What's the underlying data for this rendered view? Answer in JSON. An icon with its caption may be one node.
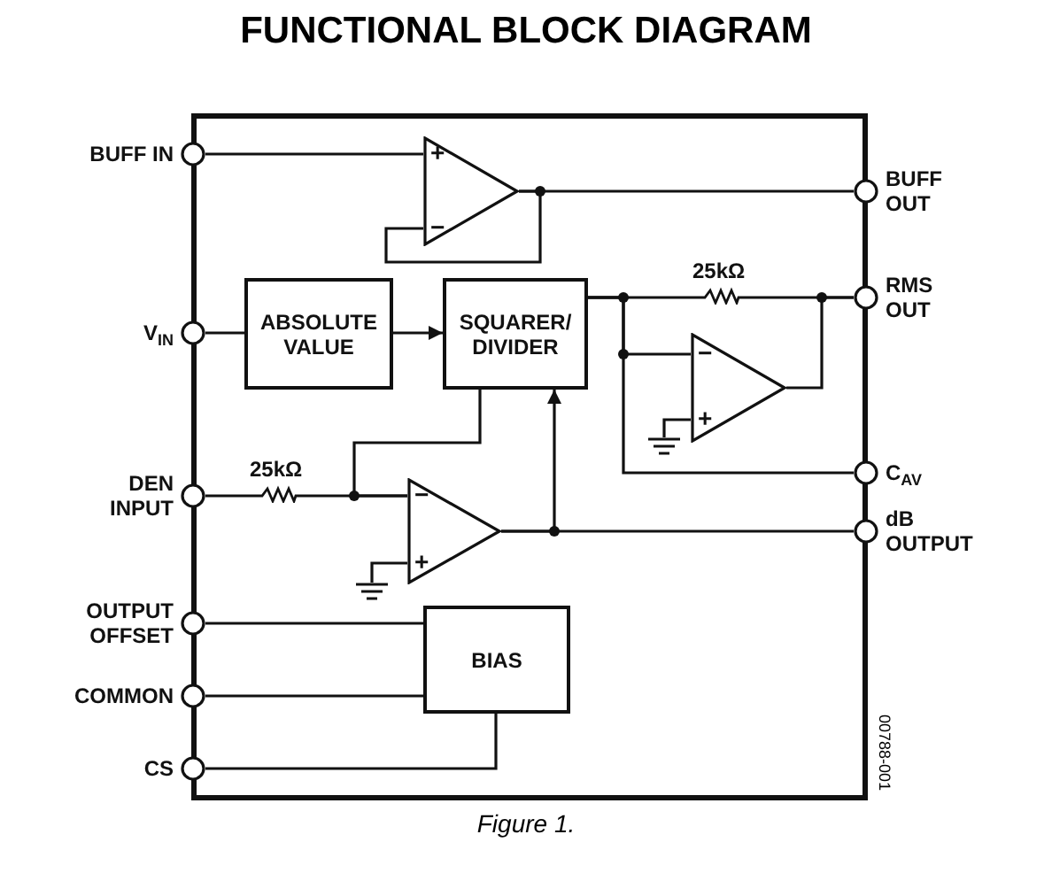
{
  "diagram": {
    "title": "FUNCTIONAL BLOCK DIAGRAM",
    "caption": "Figure 1.",
    "nodes": [
      {
        "text": [],
        "shape": "box"
      },
      {
        "text": [
          "BUFF IN"
        ]
      },
      {
        "text": [
          "V$_{IN}$"
        ]
      },
      {
        "text": [
          "DEN INPUT"
        ]
      },
      {
        "text": [
          "OUTPUT OFFSET"
        ]
      },
      {
        "text": [
          "COMMON"
        ]
      },
      {
        "text": [
          "CS"
        ]
      },
      {
        "text": [
          "BUFF OUT"
        ]
      },
      {
        "text": [
          "RMS OUT"
        ]
      },
      {
        "text": [
          "C$_{AV}$"
        ]
      },
      {
        "text": [
          "dB OUTPUT"
        ]
      },
      {
        "text": [
          "ABSOLUTE VALUE"
        ],
        "in": 0
      },
      {
        "text": [
          "SQUARER/ DIVIDER"
        ],
        "in": 0
      },
      {
        "text": [
          "BIAS"
        ],
        "in": 0
      },
      {
        "text": [
          "+",
          "−"
        ],
        "in": 0
      },
      {
        "text": [
          "−",
          "+"
        ],
        "in": 0
      },
      {
        "text": [
          "−",
          "+"
        ],
        "in": 0
      },
      {
        "text": [
          "25kΩ"
        ],
        "in": 0
      },
      {
        "text": [
          "25kΩ"
        ],
        "in": 0
      },
      {
        "text": [],
        "shape": "ground",
        "in": 0
      },
      {
        "text": [],
        "shape": "ground",
        "in": 0
      }
    ],
    "edges": [
      {
        "from": 1,
        "to": 14,
        "arrow": "none"
      },
      {
        "from": 14,
        "to": 7,
        "arrow": "none"
      },
      {
        "from": 14,
        "to": 14,
        "arrow": "none"
      },
      {
        "from": 2,
        "to": 11,
        "arrow": "none"
      },
      {
        "from": 11,
        "to": 12,
        "arrow": "to"
      },
      {
        "from": 12,
        "to": 17,
        "arrow": "none"
      },
      {
        "from": 17,
        "to": 8,
        "arrow": "none"
      },
      {
        "from": 12,
        "to": 15,
        "arrow": "none"
      },
      {
        "from": 12,
        "to": 9,
        "arrow": "none"
      },
      {
        "from": 15,
        "to": 8,
        "arrow": "none"
      },
      {
        "from": 15,
        "to": 19,
        "arrow": "none"
      },
      {
        "from": 3,
        "to": 18,
        "arrow": "none"
      },
      {
        "from": 18,
        "to": 16,
        "arrow": "none"
      },
      {
        "from": 12,
        "to": 16,
        "arrow": "none"
      },
      {
        "from": 16,
        "to": 10,
        "arrow": "none"
      },
      {
        "from": 16,
        "to": 12,
        "arrow": "to"
      },
      {
        "from": 16,
        "to": 20,
        "arrow": "none"
      },
      {
        "from": 4,
        "to": 13,
        "arrow": "none"
      },
      {
        "from": 5,
        "to": 13,
        "arrow": "none"
      },
      {
        "from": 13,
        "to": 6,
        "arrow": "none"
      }
    ],
    "labels": [
      "00788-001"
    ]
  }
}
